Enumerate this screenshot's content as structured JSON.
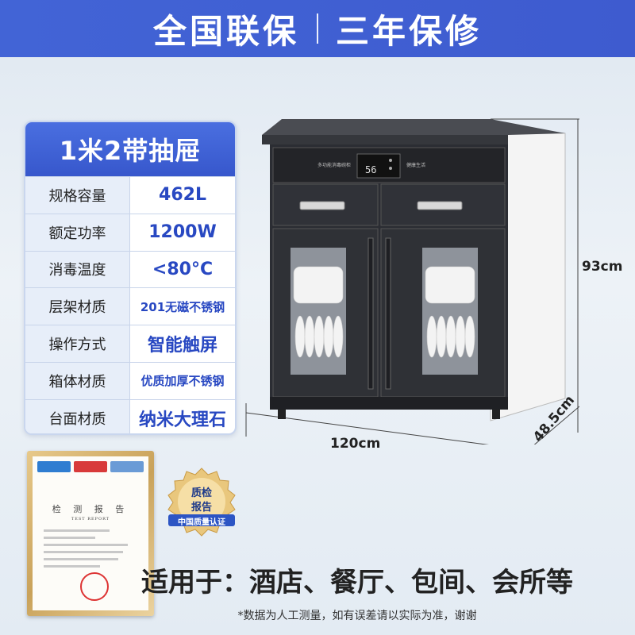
{
  "banner": {
    "left": "全国联保",
    "right": "三年保修"
  },
  "spec": {
    "title": "1米2带抽屉",
    "rows": [
      {
        "label": "规格容量",
        "value": "462L"
      },
      {
        "label": "额定功率",
        "value": "1200W"
      },
      {
        "label": "消毒温度",
        "value": "<80°C"
      },
      {
        "label": "层架材质",
        "value": "201无磁不锈钢"
      },
      {
        "label": "操作方式",
        "value": "智能触屏"
      },
      {
        "label": "箱体材质",
        "value": "优质加厚不锈钢"
      },
      {
        "label": "台面材质",
        "value": "纳米大理石"
      }
    ]
  },
  "dimensions": {
    "height": "93cm",
    "width": "120cm",
    "depth": "48.5cm"
  },
  "display_readout": "56",
  "certificate": {
    "title": "检 测 报 告",
    "subtitle": "TEST REPORT"
  },
  "badge": {
    "line1": "质检",
    "line2": "报告",
    "ribbon": "中国质量认证"
  },
  "usage": "适用于：酒店、餐厅、包间、会所等",
  "note": "*数据为人工测量，如有误差请以实际为准，谢谢",
  "colors": {
    "primary": "#3e5bcf",
    "value_text": "#2848c2",
    "cabinet": "#2b2d33",
    "cert_frame": "#c9a25a"
  }
}
